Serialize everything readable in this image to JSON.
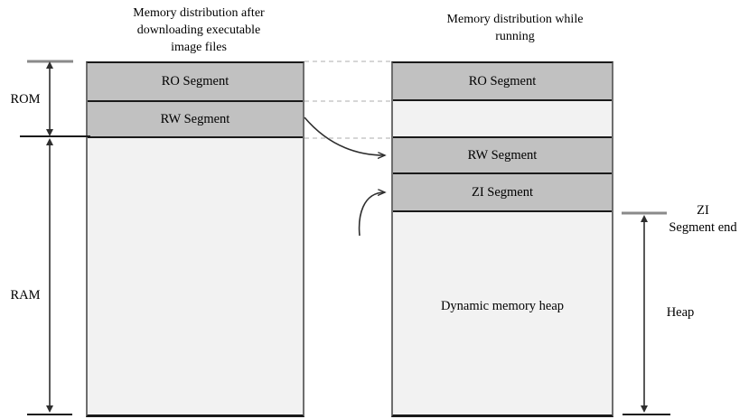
{
  "diagram": {
    "titles": {
      "left_lines": [
        "Memory distribution after",
        "downloading executable",
        "image files"
      ],
      "right_lines": [
        "Memory distribution while",
        "running"
      ]
    },
    "left_column": {
      "segments": [
        {
          "name": "RO Segment"
        },
        {
          "name": "RW Segment"
        },
        {
          "name": ""
        }
      ]
    },
    "right_column": {
      "segments": [
        {
          "name": "RO Segment"
        },
        {
          "name": ""
        },
        {
          "name": "RW Segment"
        },
        {
          "name": "ZI Segment"
        },
        {
          "name": "Dynamic memory heap"
        }
      ]
    },
    "side_labels": {
      "rom": "ROM",
      "ram": "RAM",
      "zi_end_lines": [
        "ZI",
        "Segment end"
      ],
      "heap": "Heap"
    },
    "colors": {
      "segment_fill": "#c1c1c1",
      "light_fill": "#f2f2f2",
      "border_dark": "#1a1a1a",
      "border_gray": "#6e6e6e",
      "dashed_line": "#c9c9c9",
      "tick_gray": "#8a8a8a",
      "arrow_dark": "#2e2e2e"
    }
  }
}
